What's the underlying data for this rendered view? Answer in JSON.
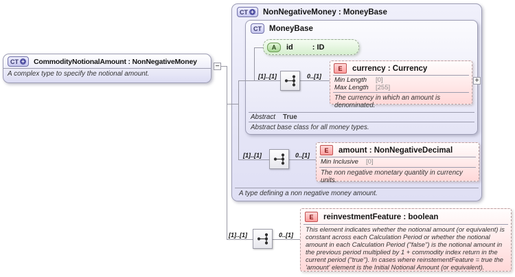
{
  "colors": {
    "complex_type_fill": "#e6e6f8",
    "attribute_fill": "#d6efcf",
    "element_fill": "#ffd8d8",
    "badge_ct_border": "#7070a8",
    "badge_a_border": "#6d9c55",
    "badge_e_border": "#c05050"
  },
  "icons": {
    "collapse": "−",
    "expand": "+",
    "badge_plus": "+"
  },
  "cardinality": {
    "one_one": "[1]..[1]",
    "zero_one": "0..[1]"
  },
  "root": {
    "badge": "CT",
    "title": "CommodityNotionalAmount : NonNegativeMoney",
    "description": "A complex type to specify the notional amount."
  },
  "non_negative_money": {
    "badge": "CT",
    "title": "NonNegativeMoney : MoneyBase",
    "description": "A type defining a non negative money amount.",
    "money_base": {
      "badge": "CT",
      "title": "MoneyBase",
      "attribute": {
        "badge": "A",
        "name": "id",
        "type": ": ID"
      },
      "currency": {
        "badge": "E",
        "title": "currency : Currency",
        "facets": [
          {
            "label": "Min Length",
            "value": "[0]"
          },
          {
            "label": "Max Length",
            "value": "[255]"
          }
        ],
        "description": "The currency in which an amount is denominated."
      },
      "abstract_label": "Abstract",
      "abstract_value": "True",
      "description": "Abstract base class for all money types."
    },
    "amount": {
      "badge": "E",
      "title": "amount : NonNegativeDecimal",
      "facets": [
        {
          "label": "Min Inclusive",
          "value": "[0]"
        }
      ],
      "description": "The non negative monetary quantity in currency units."
    }
  },
  "reinvestment_feature": {
    "badge": "E",
    "title": "reinvestmentFeature : boolean",
    "description": "This element indicates whether the notional amount (or equivalent) is constant across each Calculation Period or whether the notional amount in each Calculation Period (\"false\") is the notional amount in the previous period multiplied by 1 + commodity index return in the current period (\"true\"). In cases where reinstementFeature = true the 'amount' element is the Initial Notional Amount (or equivalent)."
  }
}
